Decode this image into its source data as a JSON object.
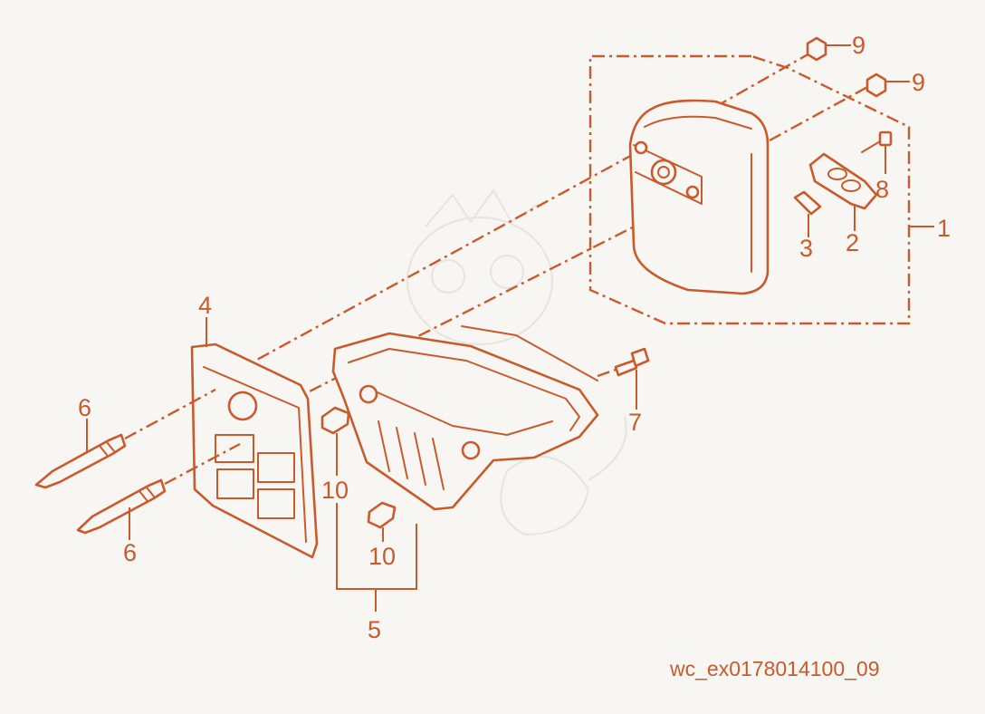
{
  "diagram": {
    "callouts": {
      "c1": "1",
      "c2": "2",
      "c3": "3",
      "c4": "4",
      "c5": "5",
      "c6a": "6",
      "c6b": "6",
      "c7": "7",
      "c8": "8",
      "c9a": "9",
      "c9b": "9",
      "c10a": "10",
      "c10b": "10"
    },
    "drawing_code": "wc_ex0178014100_09",
    "colors": {
      "line": "#c95a2c",
      "background": "#f8f6f2"
    }
  }
}
